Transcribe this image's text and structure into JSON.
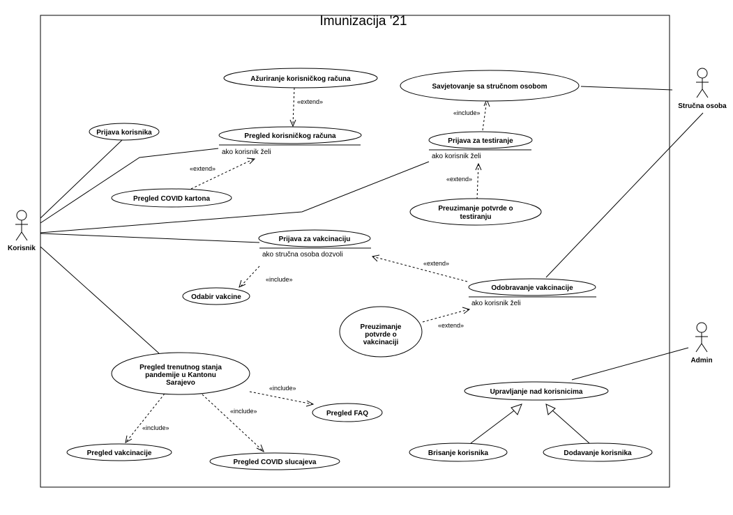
{
  "title": "Imunizacija '21",
  "actors": {
    "korisnik": "Korisnik",
    "strucna_osoba": "Stručna osoba",
    "admin": "Admin"
  },
  "use_cases": {
    "azuriranje": "Ažuriranje korisničkog računa",
    "savjetovanje": "Savjetovanje sa stručnom osobom",
    "prijava_korisnika": "Prijava korisnika",
    "pregled_racuna": "Pregled korisničkog računa",
    "prijava_testiranje": "Prijava za testiranje",
    "pregled_covid_kartona": "Pregled COVID kartona",
    "preuzimanje_testiranje": [
      "Preuzimanje potvrde o",
      "testiranju"
    ],
    "prijava_vakcinacija": "Prijava za vakcinaciju",
    "odabir_vakcine": "Odabir vakcine",
    "odobravanje": "Odobravanje vakcinacije",
    "preuzimanje_vakcinacija": [
      "Preuzimanje",
      "potvrde o",
      "vakcinaciji"
    ],
    "pregled_stanja": [
      "Pregled trenutnog stanja",
      "pandemije u Kantonu",
      "Sarajevo"
    ],
    "pregled_faq": "Pregled FAQ",
    "upravljanje": "Upravljanje nad korisnicima",
    "pregled_vakcinacije": "Pregled vakcinacije",
    "pregled_covid_slucajeva": "Pregled COVID slucajeva",
    "brisanje": "Brisanje korisnika",
    "dodavanje": "Dodavanje korisnika"
  },
  "conditions": {
    "racun": "ako korisnik želi",
    "testiranje": "ako korisnik želi",
    "vakcinacija": "ako stručna osoba dozvoli",
    "odobravanje": "ako korisnik želi"
  },
  "stereotypes": {
    "extend": "«extend»",
    "include": "«include»"
  }
}
